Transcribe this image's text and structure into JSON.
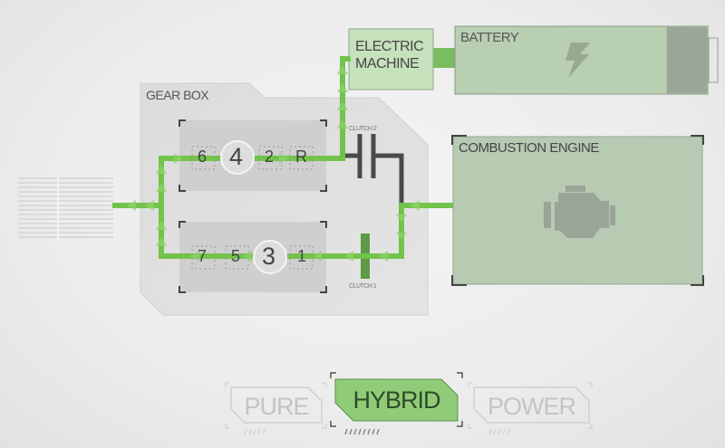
{
  "electric_machine": {
    "line1": "ELECTRIC",
    "line2": "MACHINE"
  },
  "battery": {
    "label": "BATTERY",
    "icon": "lightning-bolt-icon",
    "charge_fraction": 0.84
  },
  "gearbox": {
    "label": "GEAR BOX",
    "upper_shaft": {
      "gears": [
        "6",
        "4",
        "2",
        "R"
      ],
      "active": "4"
    },
    "lower_shaft": {
      "gears": [
        "7",
        "5",
        "3",
        "1"
      ],
      "active": "3"
    }
  },
  "clutch1": {
    "label": "CLUTCH 1"
  },
  "clutch2": {
    "label": "CLUTCH 2"
  },
  "engine": {
    "label": "COMBUSTION ENGINE",
    "icon": "engine-icon"
  },
  "modes": {
    "items": [
      {
        "label": "PURE",
        "selected": false
      },
      {
        "label": "HYBRID",
        "selected": true
      },
      {
        "label": "POWER",
        "selected": false
      }
    ]
  },
  "colors": {
    "flow_green": "#72c34a",
    "panel_green": "#b7cdb1",
    "mode_active": "#90cc78",
    "clutch_dark": "#4a4a4a",
    "clutch1_green": "#5d9a45"
  }
}
